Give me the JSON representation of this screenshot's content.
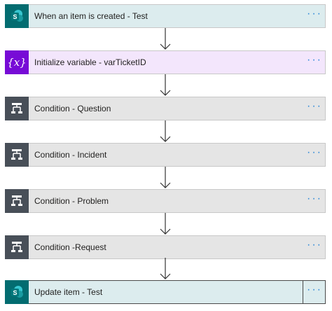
{
  "flow": {
    "steps": [
      {
        "label": "When an item is created - Test",
        "icon": "sharepoint-icon",
        "type": "trigger"
      },
      {
        "label": "Initialize variable - varTicketID",
        "icon": "variable-icon",
        "type": "variable"
      },
      {
        "label": "Condition - Question",
        "icon": "condition-icon",
        "type": "condition"
      },
      {
        "label": "Condition - Incident",
        "icon": "condition-icon",
        "type": "condition"
      },
      {
        "label": "Condition - Problem",
        "icon": "condition-icon",
        "type": "condition"
      },
      {
        "label": "Condition -Request",
        "icon": "condition-icon",
        "type": "condition"
      },
      {
        "label": "Update item - Test",
        "icon": "sharepoint-icon",
        "type": "action"
      }
    ],
    "more_glyph": "···"
  },
  "colors": {
    "sharepoint": "#036c70",
    "variable": "#770bd6",
    "condition": "#484f58",
    "more_dots": "#2b88d8"
  }
}
